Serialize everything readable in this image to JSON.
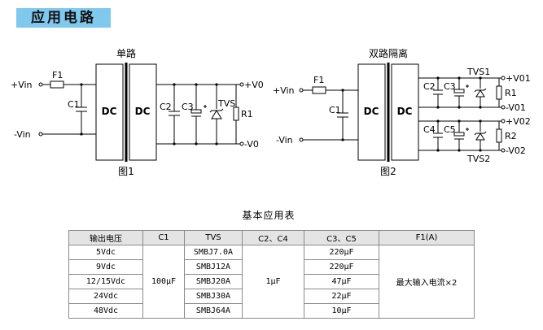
{
  "page": {
    "heading": "应用电路"
  },
  "diagram1": {
    "title": "单路",
    "vin_pos": "+Vin",
    "vin_neg": "-Vin",
    "fuse": "F1",
    "cap_in": "C1",
    "block_left": "DC",
    "block_right": "DC",
    "cap_c2": "C2",
    "cap_c3": "C3",
    "tvs": "TVS",
    "resistor": "R1",
    "vout_pos": "+V0",
    "vout_neg": "-V0",
    "caption": "图1"
  },
  "diagram2": {
    "title": "双路隔离",
    "vin_pos": "+Vin",
    "vin_neg": "-Vin",
    "fuse": "F1",
    "cap_in": "C1",
    "block_left": "DC",
    "block_right": "DC",
    "cap_c2": "C2",
    "cap_c3": "C3",
    "tvs1": "TVS1",
    "r1": "R1",
    "vout1_pos": "+V01",
    "vout1_neg": "-V01",
    "cap_c4": "C4",
    "cap_c5": "C5",
    "tvs2": "TVS2",
    "r2": "R2",
    "vout2_pos": "+V02",
    "vout2_neg": "-V02",
    "caption": "图2"
  },
  "table": {
    "title": "基本应用表",
    "headers": [
      "输出电压",
      "C1",
      "TVS",
      "C2、C4",
      "C3、C5",
      "F1(A)"
    ],
    "c1_value": "100μF",
    "c2_c4_value": "1μF",
    "f1_value": "最大输入电流×2",
    "rows": [
      {
        "voltage": "5Vdc",
        "tvs": "SMBJ7.0A",
        "c3_c5": "220μF"
      },
      {
        "voltage": "9Vdc",
        "tvs": "SMBJ12A",
        "c3_c5": "220μF"
      },
      {
        "voltage": "12/15Vdc",
        "tvs": "SMBJ20A",
        "c3_c5": "47μF"
      },
      {
        "voltage": "24Vdc",
        "tvs": "SMBJ30A",
        "c3_c5": "22μF"
      },
      {
        "voltage": "48Vdc",
        "tvs": "SMBJ64A",
        "c3_c5": "10μF"
      }
    ]
  }
}
